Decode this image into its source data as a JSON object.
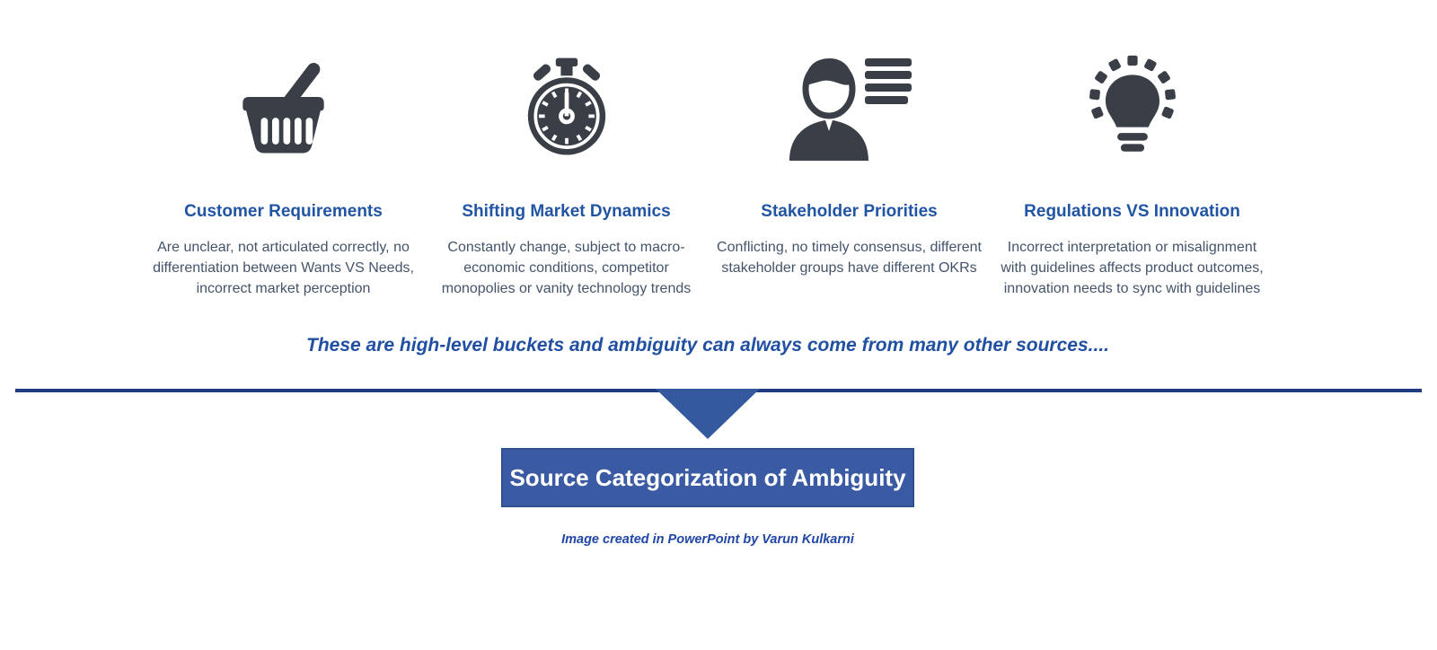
{
  "colors": {
    "heading_blue": "#2155A4",
    "body_text": "#44546A",
    "icon_dark": "#3A3F47",
    "statement_blue": "#2150A2",
    "divider_navy": "#1F3D82",
    "arrow_blue": "#35599E",
    "banner_fill": "#3A5BA3",
    "banner_border": "#2E4E92",
    "banner_text": "#FFFFFF",
    "footer_blue": "#2047A5"
  },
  "categories": [
    {
      "icon": "shopping-basket-icon",
      "title": "Customer Requirements",
      "description": "Are unclear, not articulated correctly, no differentiation between Wants VS Needs, incorrect market perception"
    },
    {
      "icon": "stopwatch-icon",
      "title": "Shifting Market Dynamics",
      "description": "Constantly change, subject to macro-economic conditions, competitor monopolies or vanity technology trends"
    },
    {
      "icon": "person-with-list-icon",
      "title": "Stakeholder Priorities",
      "description": "Conflicting, no timely consensus, different stakeholder groups have different OKRs"
    },
    {
      "icon": "lightbulb-idea-icon",
      "title": "Regulations VS Innovation",
      "description": "Incorrect interpretation or misalignment with guidelines affects product outcomes, innovation needs to sync with guidelines"
    }
  ],
  "statement": "These are high-level buckets and ambiguity can always come from many other sources....",
  "banner": {
    "title": "Source Categorization of Ambiguity"
  },
  "footer": {
    "credit": "Image created in PowerPoint by Varun Kulkarni"
  }
}
